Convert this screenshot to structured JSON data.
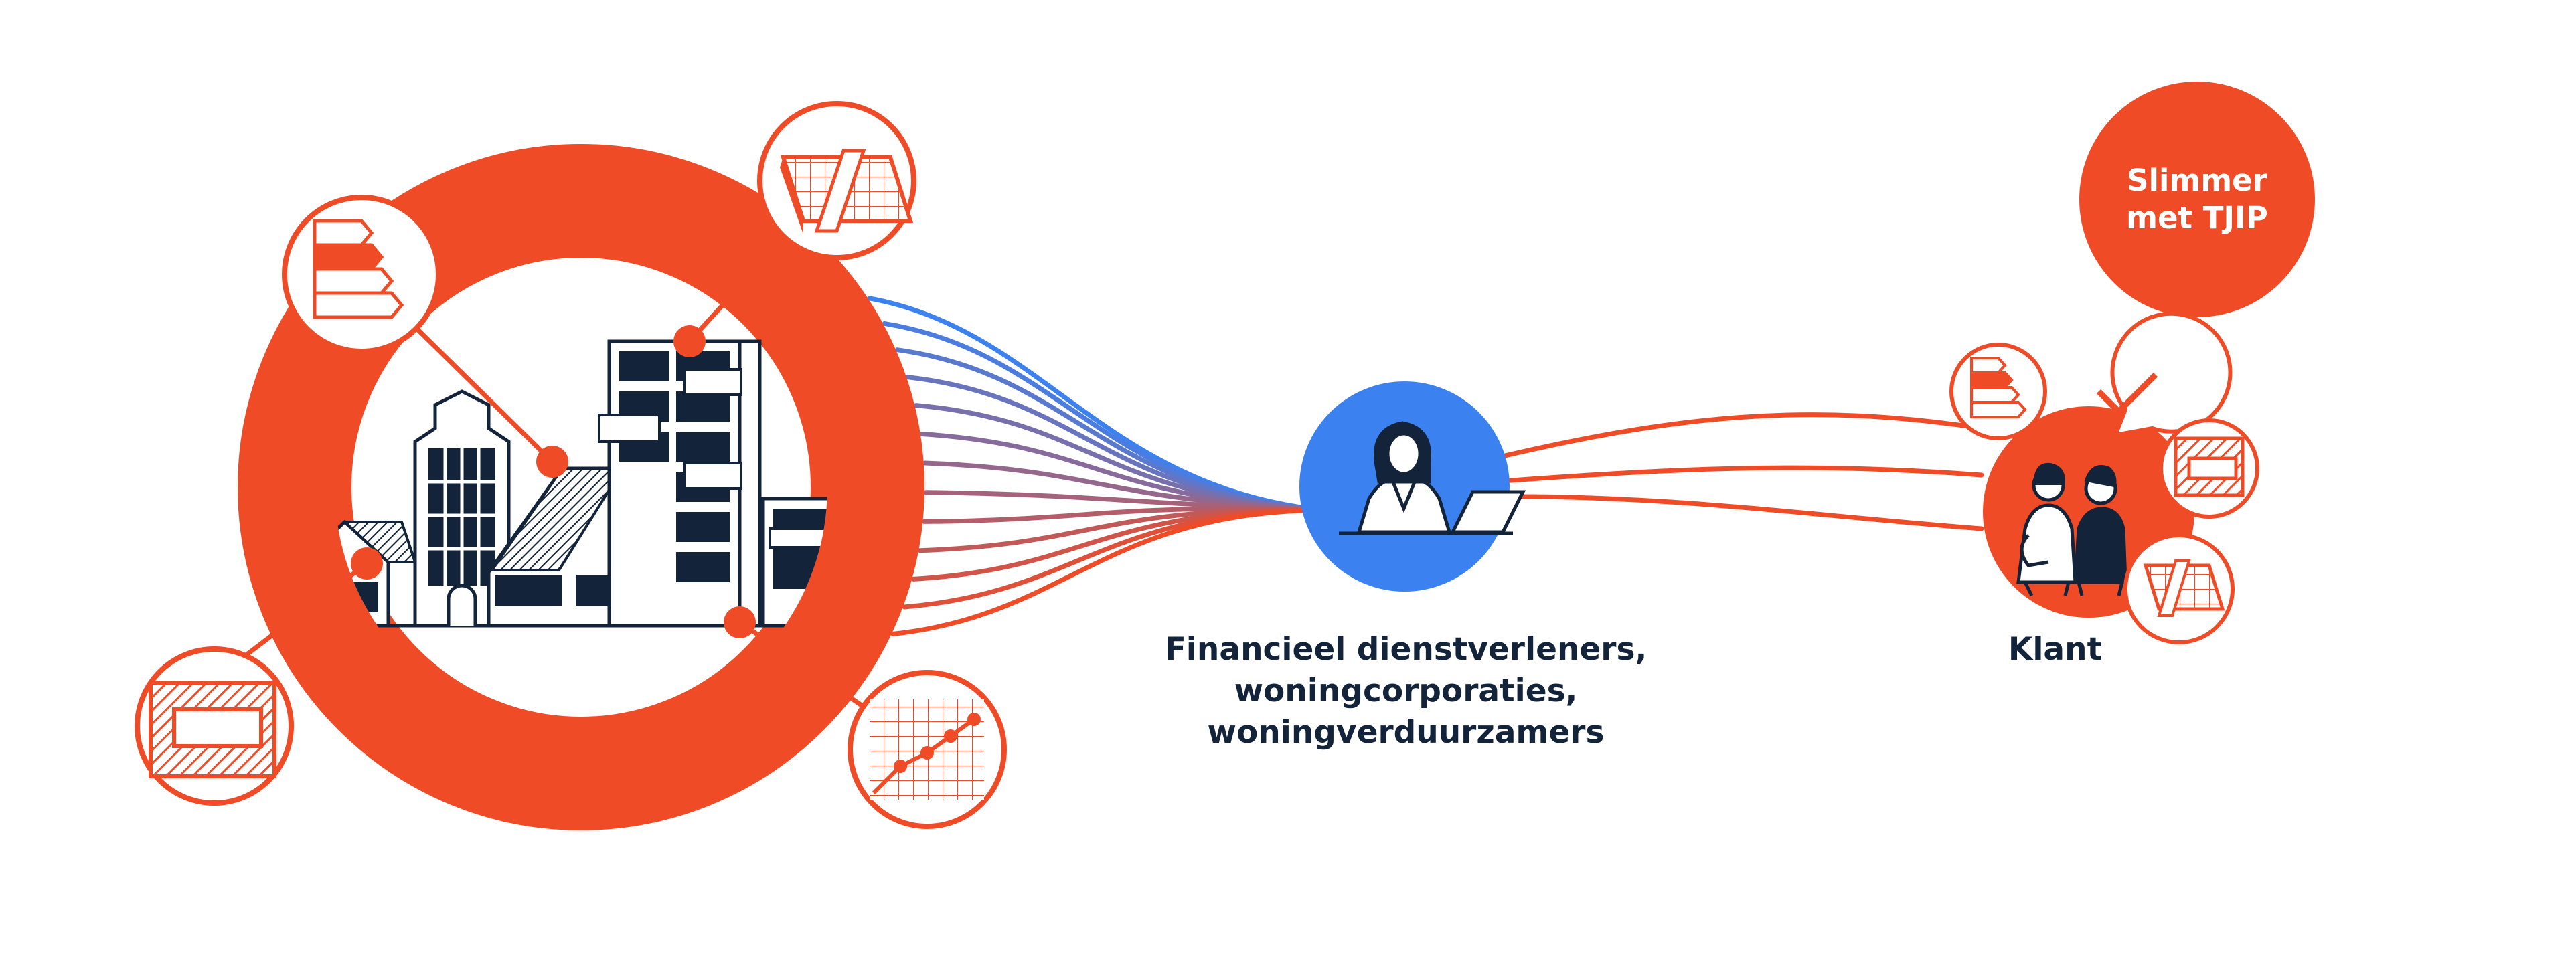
{
  "colors": {
    "accent": "#ef4b27",
    "navy": "#13243a",
    "blue": "#3b82f0",
    "white": "#ffffff"
  },
  "middle_label": {
    "line1": "Financieel dienstverleners,",
    "line2": "woningcorporaties,",
    "line3": "woningverduurzamers"
  },
  "customer_label": "Klant",
  "badge": {
    "line1": "Slimmer",
    "line2": "met TJIP"
  },
  "icons": {
    "ring_satellites": [
      "energy-label-icon",
      "solar-panel-icon",
      "insulation-icon",
      "growth-chart-icon"
    ],
    "hub": "advisor-laptop-icon",
    "customer": "couple-icon",
    "customer_satellites": [
      "energy-label-icon",
      "checkmark-speech-icon",
      "insulation-icon",
      "solar-panel-icon"
    ]
  }
}
